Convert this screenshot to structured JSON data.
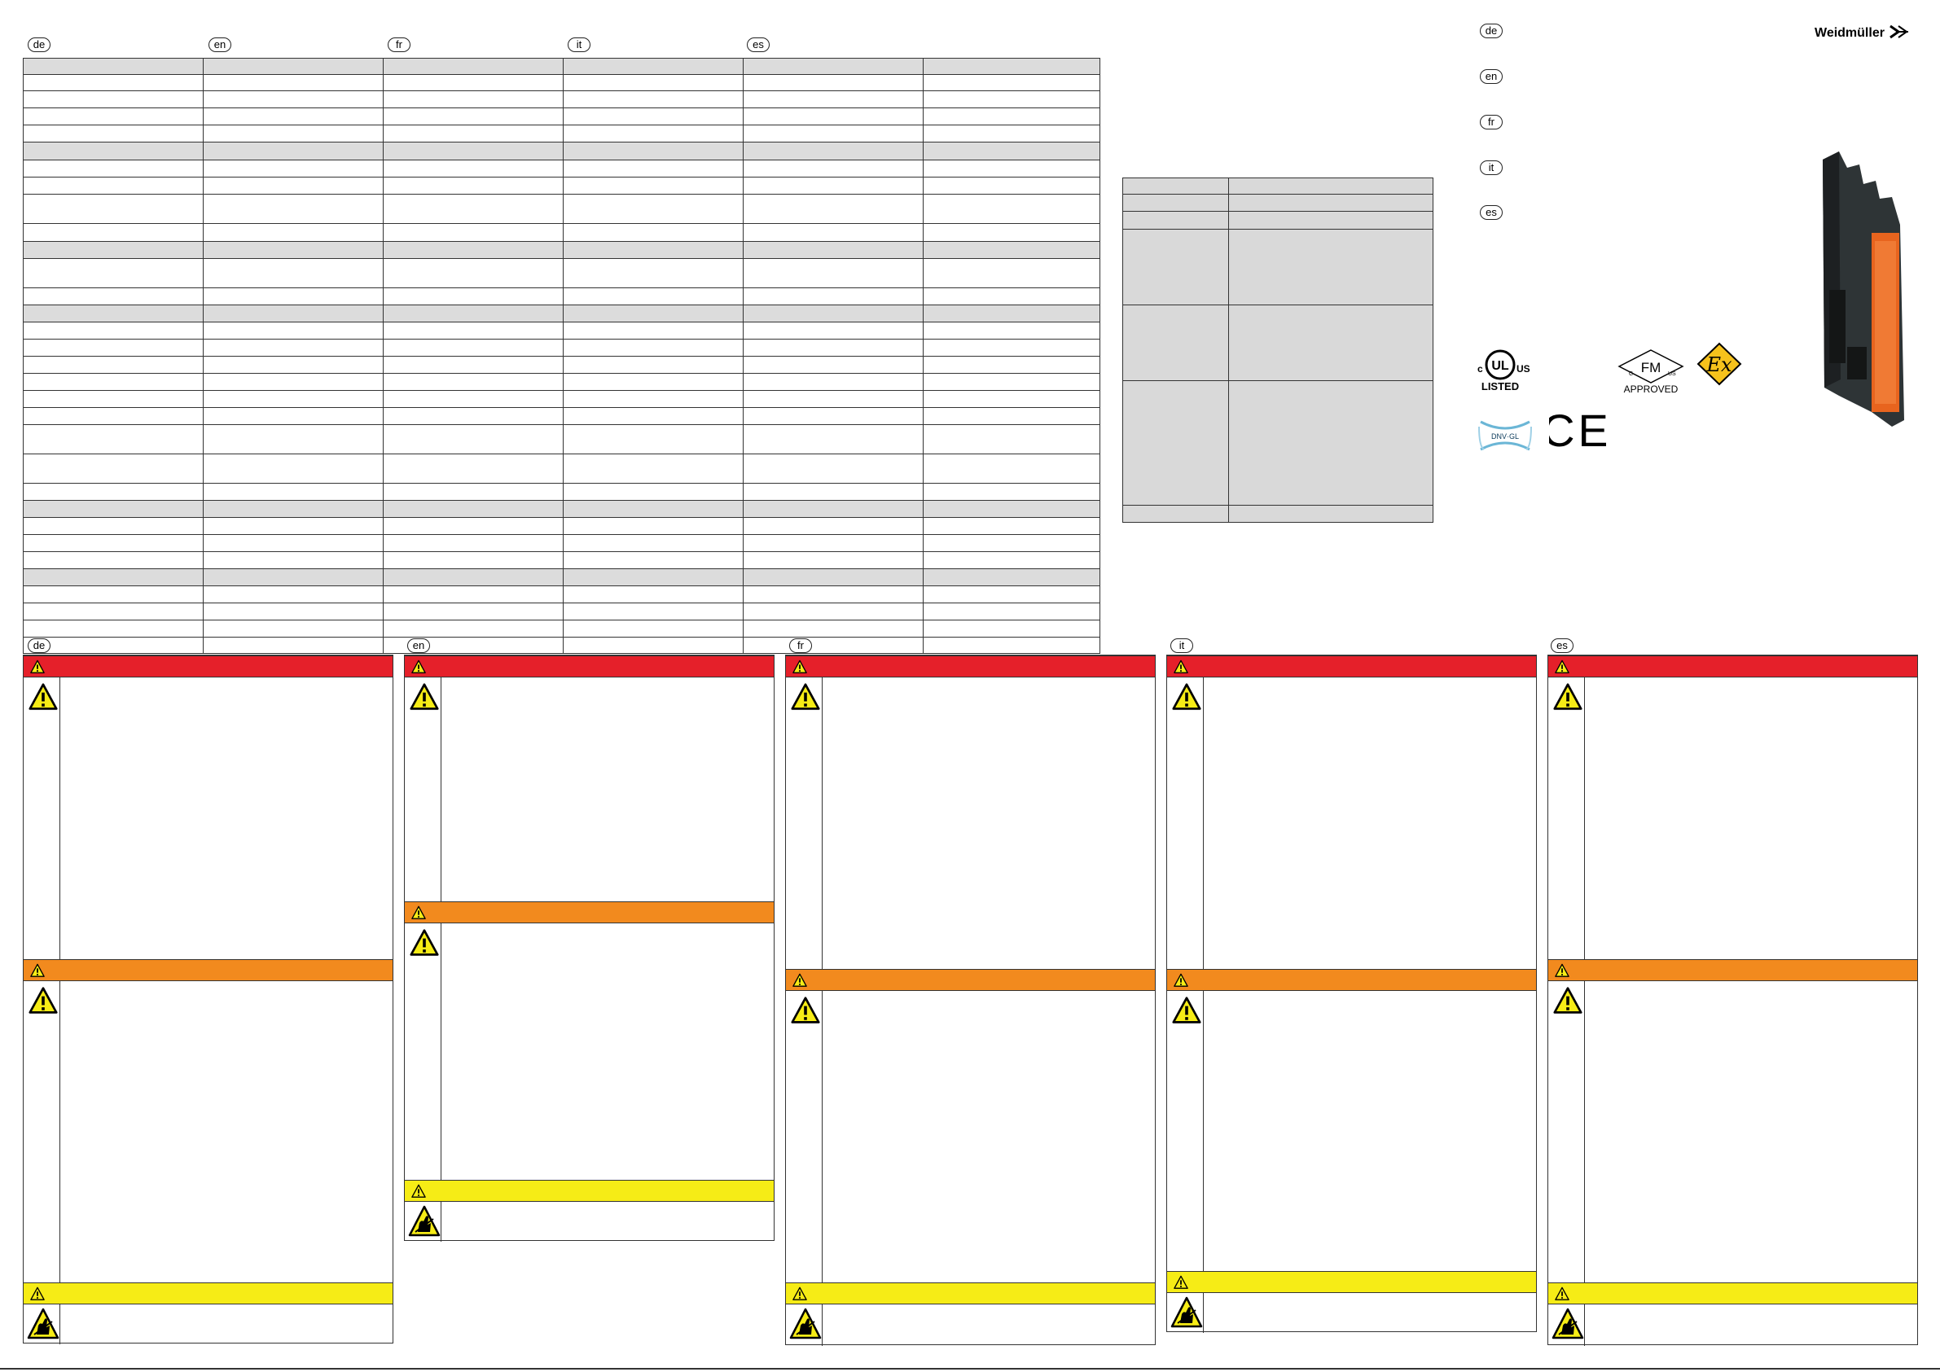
{
  "brand": {
    "name": "Weidmüller"
  },
  "languages": [
    "de",
    "en",
    "fr",
    "it",
    "es"
  ],
  "cert_marks": {
    "ul_c": "c",
    "ul_letters": "UL",
    "ul_us": "US",
    "ul_listed": "LISTED",
    "fm_letters": "FM",
    "fm_c": "C",
    "fm_us": "US",
    "fm_approved": "APPROVED",
    "ex_mark": "Ex",
    "dnv": "DNV·GL",
    "ce": "CE"
  },
  "colors": {
    "danger": "#e5202a",
    "warning": "#f28a1e",
    "caution": "#f6ec16",
    "header_fill": "#dcdcdc",
    "product_body": "#2e3436",
    "product_accent": "#e8641e"
  },
  "icons": {
    "warning": "warning-triangle-icon",
    "esd": "esd-hand-icon"
  }
}
